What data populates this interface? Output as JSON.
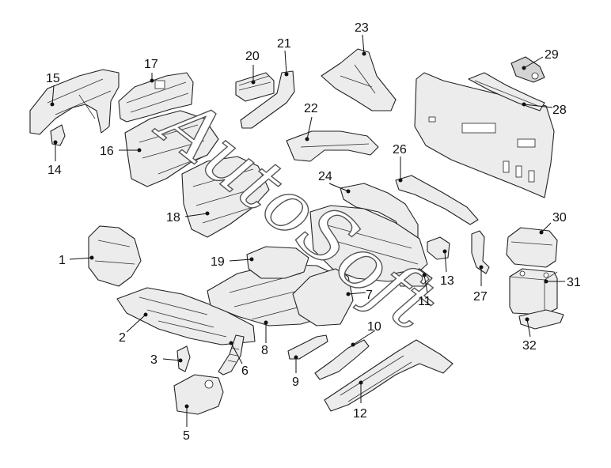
{
  "watermark": "AutoSoft",
  "callouts": [
    "1",
    "2",
    "3",
    "5",
    "6",
    "8",
    "9",
    "10",
    "12",
    "14",
    "15",
    "16",
    "17",
    "18",
    "19",
    "20",
    "21",
    "22",
    "23",
    "24",
    "26",
    "27",
    "28",
    "29",
    "30",
    "31",
    "32",
    "13",
    "11",
    "7"
  ]
}
